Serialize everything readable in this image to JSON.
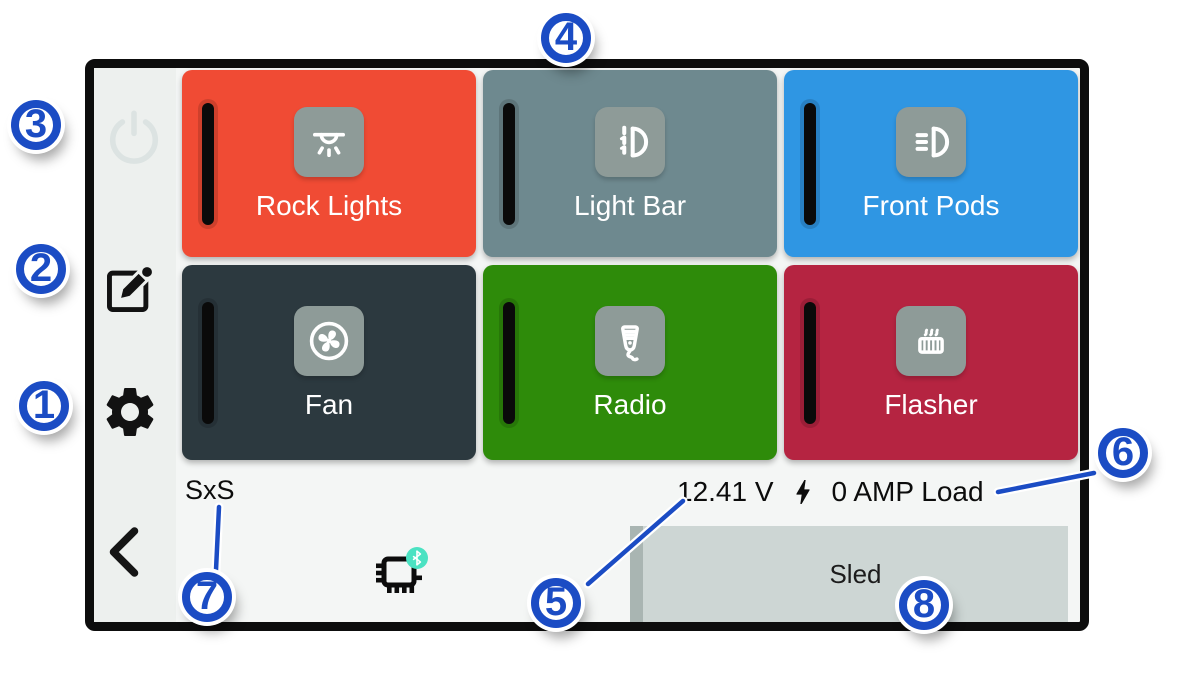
{
  "colors": {
    "callout_blue": "#1b4cc4",
    "frame_black": "#0d0d0d",
    "sidebar_bg": "#edf0ee",
    "content_bg": "#f4f6f5",
    "icon_tile_gray": "#8e9b98",
    "tab_bg": "#cdd6d4",
    "bluetooth_badge": "#4be2c2"
  },
  "sidebar": {
    "buttons": [
      {
        "icon": "power-icon"
      },
      {
        "icon": "edit-icon"
      },
      {
        "icon": "settings-gear-icon"
      },
      {
        "icon": "back-chevron-icon"
      }
    ]
  },
  "switches": [
    {
      "label": "Rock Lights",
      "color": "#f04b34",
      "icon": "rock-lights-icon"
    },
    {
      "label": "Light Bar",
      "color": "#6e898f",
      "icon": "light-bar-icon"
    },
    {
      "label": "Front Pods",
      "color": "#2f96e3",
      "icon": "front-pods-icon"
    },
    {
      "label": "Fan",
      "color": "#2c393f",
      "icon": "fan-icon"
    },
    {
      "label": "Radio",
      "color": "#2e8b0a",
      "icon": "radio-icon"
    },
    {
      "label": "Flasher",
      "color": "#b52441",
      "icon": "flasher-icon"
    }
  ],
  "status_bar": {
    "device_name": "SxS",
    "voltage": "12.41 V",
    "load": "0 AMP Load",
    "icons": [
      "powerswitch-chip-icon",
      "bluetooth-badge-icon",
      "lightning-icon"
    ]
  },
  "tabs": [
    {
      "label": "Sled",
      "active": true
    }
  ],
  "callouts": [
    {
      "number": "1"
    },
    {
      "number": "2"
    },
    {
      "number": "3"
    },
    {
      "number": "4"
    },
    {
      "number": "5"
    },
    {
      "number": "6"
    },
    {
      "number": "7"
    },
    {
      "number": "8"
    }
  ]
}
